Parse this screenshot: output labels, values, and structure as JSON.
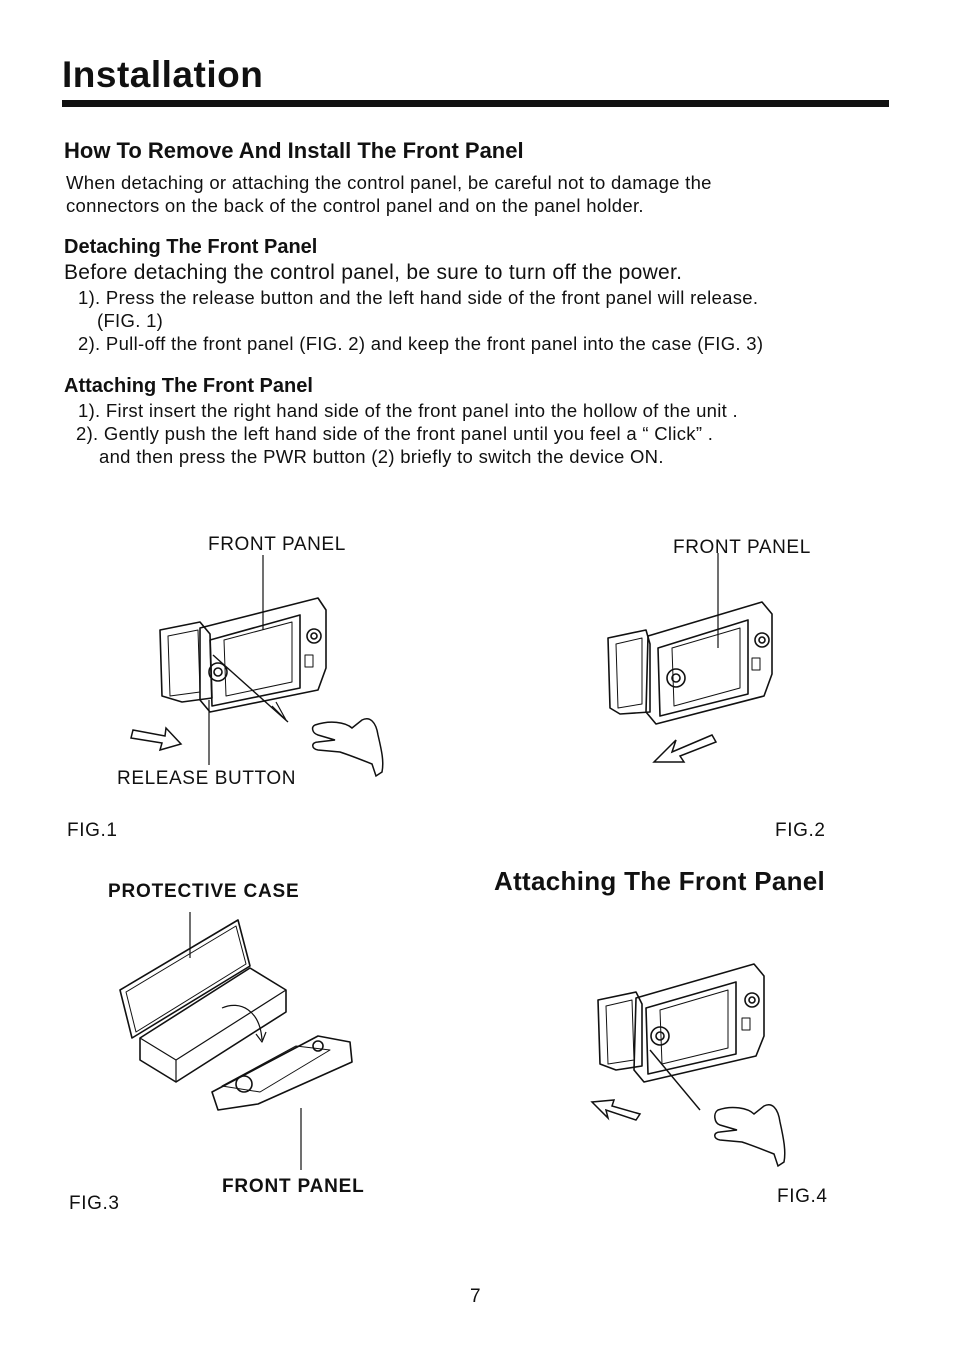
{
  "page": {
    "title": "Installation",
    "page_number": "7"
  },
  "section": {
    "heading": "How To Remove And Install The Front Panel",
    "intro_line1": "When detaching or attaching the control panel, be careful not to damage the",
    "intro_line2": "connectors on the back of the control panel and on the panel holder."
  },
  "detaching": {
    "heading": "Detaching The Front Panel",
    "lead": "Before detaching the control panel, be sure to turn off the power.",
    "step1_line1": "1).  Press the release button and the left hand side of the front panel will release.",
    "step1_line2": "(FIG. 1)",
    "step2": "2). Pull-off the front panel (FIG. 2) and keep the front panel into the case (FIG. 3)"
  },
  "attaching": {
    "heading": "Attaching The Front Panel",
    "step1": "1). First insert the right hand side of the front panel into the hollow of the unit .",
    "step2_line1": "2). Gently push the left hand side of the front panel until you feel a  “ Click” .",
    "step2_line2": "and then press the PWR button (2) briefly to switch the device ON."
  },
  "figures": {
    "fig1": {
      "caption": "FIG.1",
      "label_front_panel": "FRONT PANEL",
      "label_release_button": "RELEASE BUTTON"
    },
    "fig2": {
      "caption": "FIG.2",
      "label_front_panel": "FRONT PANEL"
    },
    "fig3": {
      "caption": "FIG.3",
      "label_protective_case": "PROTECTIVE CASE",
      "label_front_panel": "FRONT PANEL"
    },
    "fig4": {
      "caption": "FIG.4",
      "heading": "Attaching The Front Panel"
    }
  },
  "icons": [
    "arrow-icon",
    "hand-icon",
    "car-stereo-illustration",
    "protective-case-illustration"
  ],
  "colors": {
    "text": "#111111",
    "background": "#ffffff"
  }
}
